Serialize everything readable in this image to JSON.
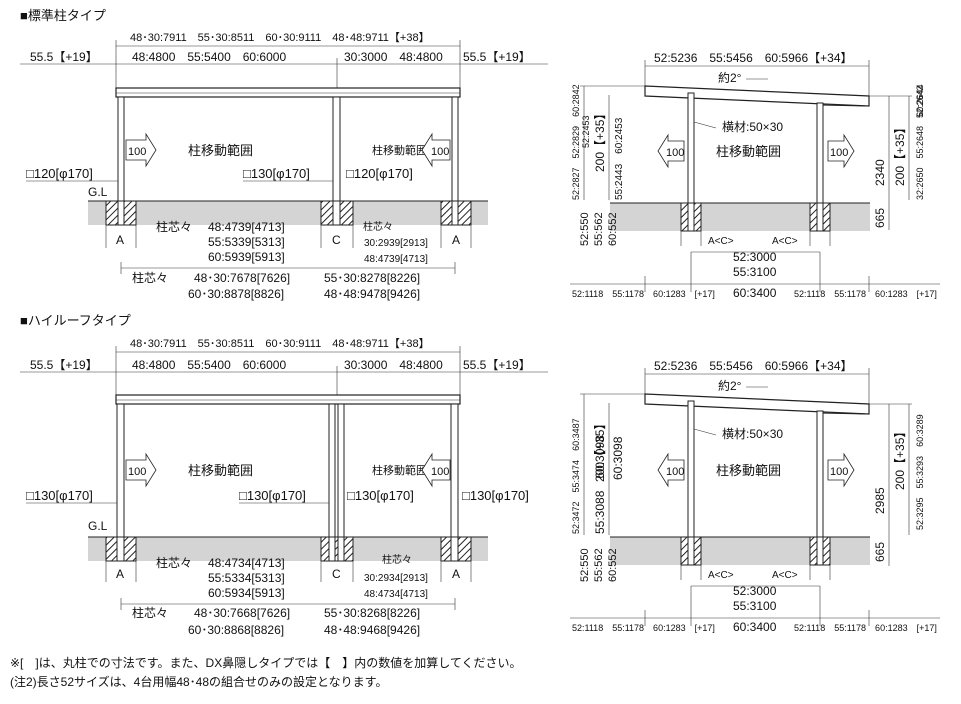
{
  "section_standard": {
    "title": "■標準柱タイプ",
    "top_dims": "48･30:7911　55･30:8511　60･30:9111　48･48:9711【+38】",
    "width_left": "48:4800　55:5400　60:6000",
    "width_right": "30:3000　48:4800",
    "overhang_left": "55.5【+19】",
    "overhang_right": "55.5【+19】",
    "range_label_left": "柱移動範囲",
    "range_label_right": "柱移動範囲",
    "arrow_value": "100",
    "post_left": "□120[φ170]",
    "post_mid": "□130[φ170]",
    "post_right": "□120[φ170]",
    "gl": "G.L",
    "marker_a": "A",
    "marker_c": "C",
    "center_prefix": "柱芯々",
    "center_48": "48:4739[4713]",
    "center_55": "55:5339[5313]",
    "center_60": "60:5939[5913]",
    "center_right_30": "30:2939[2913]",
    "center_right_48": "48:4739[4713]",
    "span_prefix": "柱芯々",
    "span_1": "48･30:7678[7626]",
    "span_2": "55･30:8278[8226]",
    "span_3": "60･30:8878[8826]",
    "span_4": "48･48:9478[9426]"
  },
  "section_high": {
    "title": "■ハイルーフタイプ",
    "top_dims": "48･30:7911　55･30:8511　60･30:9111　48･48:9711【+38】",
    "width_left": "48:4800　55:5400　60:6000",
    "width_right": "30:3000　48:4800",
    "overhang_left": "55.5【+19】",
    "overhang_right": "55.5【+19】",
    "range_label_left": "柱移動範囲",
    "range_label_right": "柱移動範囲",
    "arrow_value": "100",
    "post_1": "□130[φ170]",
    "post_2": "□130[φ170]",
    "post_3": "□130[φ170]",
    "post_4": "□130[φ170]",
    "gl": "G.L",
    "marker_a": "A",
    "marker_c": "C",
    "center_prefix": "柱芯々",
    "center_48": "48:4734[4713]",
    "center_55": "55:5334[5313]",
    "center_60": "60:5934[5913]",
    "center_right_30": "30:2934[2913]",
    "center_right_48": "48:4734[4713]",
    "span_prefix": "柱芯々",
    "span_1": "48･30:7668[7626]",
    "span_2": "55･30:8268[8226]",
    "span_3": "60･30:8868[8826]",
    "span_4": "48･48:9468[9426]"
  },
  "side_standard": {
    "top_width": "52:5236　55:5456　60:5966【+34】",
    "slope": "約2°",
    "beam": "横材:50×30",
    "range_label": "柱移動範囲",
    "arrow_value": "100",
    "left_vert_1": "52:2827　52:2829　60:2842",
    "left_vert_2": "200【+35】",
    "left_vert_3": "52:2453",
    "left_vert_4": "55:2443　60:2453",
    "right_vert_1": "2340",
    "right_vert_2": "200【+35】",
    "right_vert_3": "32:2650　55:2648　60:2644",
    "right_vert_4": "52:2642",
    "footing": "665",
    "depth_52": "52:550",
    "depth_55": "55:562",
    "depth_60": "60:552",
    "ac": "A<C>",
    "inner_52": "52:3000",
    "inner_55": "55:3100",
    "inner_60": "60:3400",
    "bottom_left": "52:1118　55:1178　60:1283　[+17]",
    "bottom_right": "52:1118　55:1178　60:1283　[+17]"
  },
  "side_high": {
    "top_width": "52:5236　55:5456　60:5966【+34】",
    "slope": "約2°",
    "beam": "横材:50×30",
    "range_label": "柱移動範囲",
    "arrow_value": "100",
    "left_vert_1": "52:3472　55:3474　60:3487",
    "left_vert_2": "200【+35】",
    "left_vert_3": "60:3098",
    "left_vert_4": "55:3088　60:3098",
    "right_vert_1": "2985",
    "right_vert_2": "200【+35】",
    "right_vert_3": "52:3295　55:3293　60:3289",
    "footing": "665",
    "depth_52": "52:550",
    "depth_55": "55:562",
    "depth_60": "60:552",
    "ac": "A<C>",
    "inner_52": "52:3000",
    "inner_55": "55:3100",
    "inner_60": "60:3400",
    "bottom_left": "52:1118　55:1178　60:1283　[+17]",
    "bottom_right": "52:1118　55:1178　60:1283　[+17]"
  },
  "notes": {
    "note1": "※[　]は、丸柱での寸法です。また、DX鼻隠しタイプでは【　】内の数値を加算してください。",
    "note2": "(注2)長さ52サイズは、4台用幅48･48の組合せのみの設定となります。"
  }
}
